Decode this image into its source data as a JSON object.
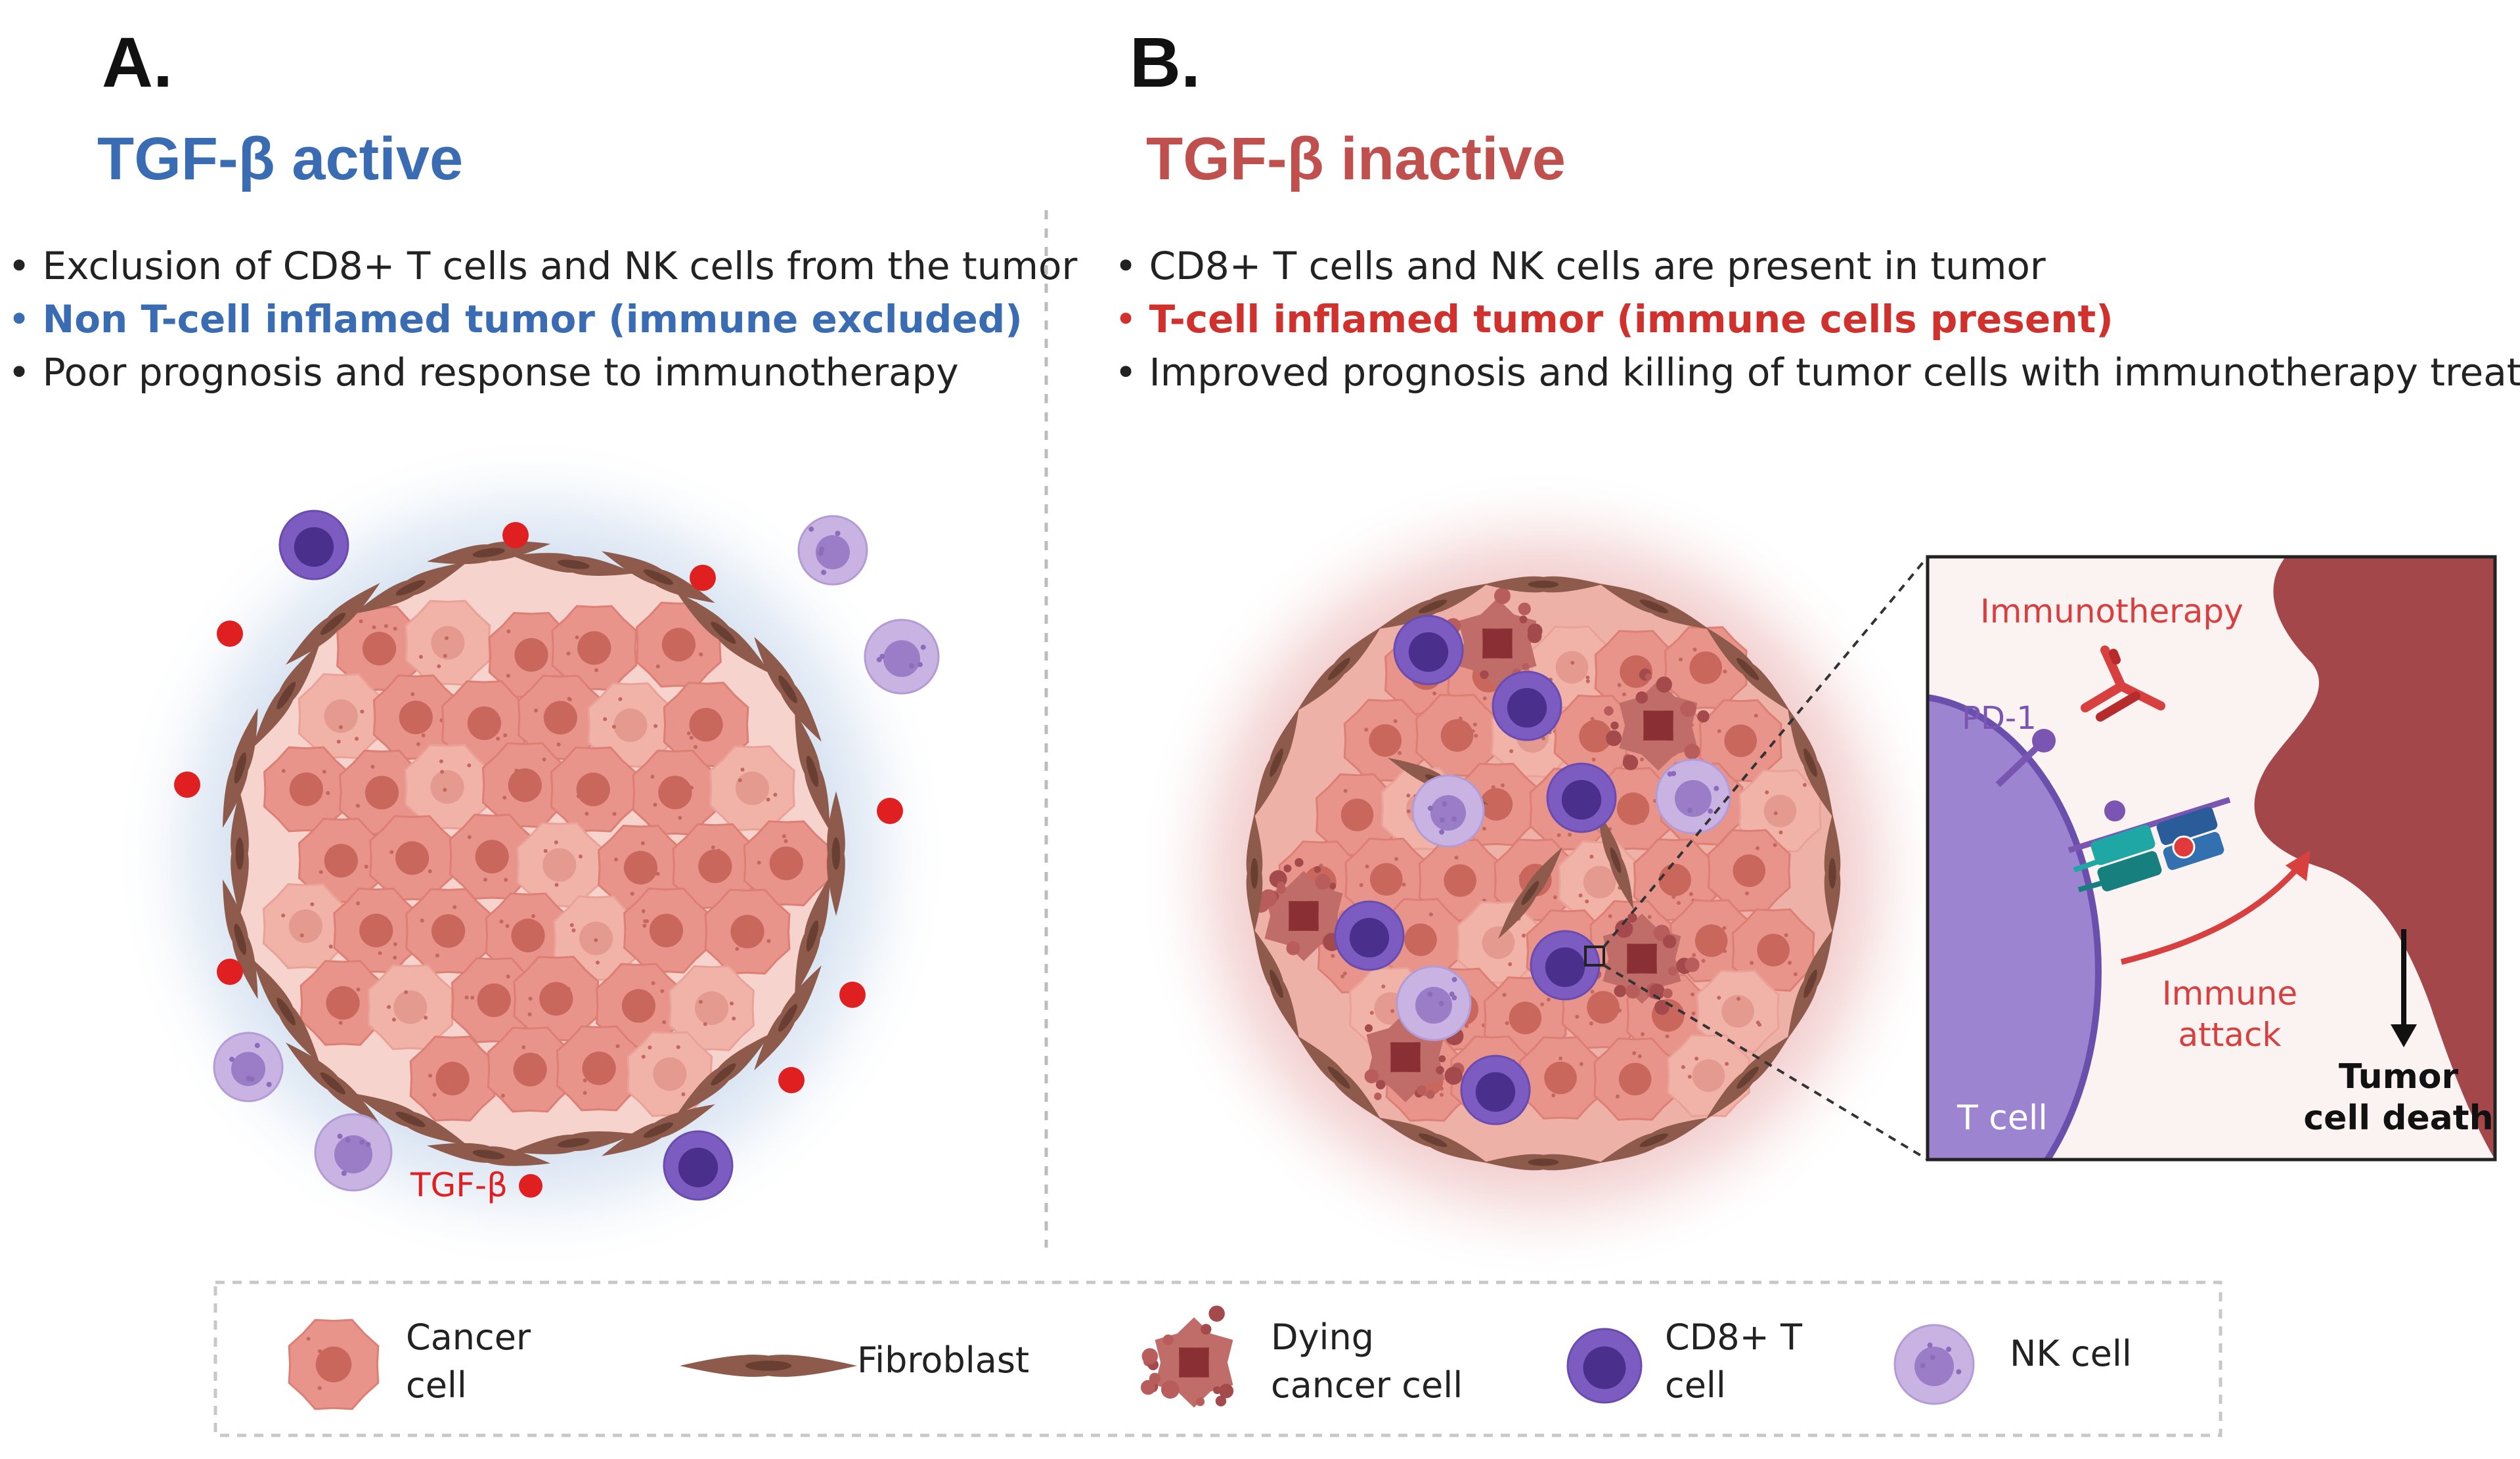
{
  "panelA": {
    "letter": "A.",
    "title": "TGF-β active",
    "title_color": "#3a6cb4",
    "bullet_marker": "•",
    "bullets": [
      "Exclusion of CD8+ T cells and NK cells from the tumor",
      "Non T-cell inflamed tumor (immune excluded)",
      "Poor prognosis and response to immunotherapy"
    ],
    "highlight_color": "#3a6cb4",
    "tgf_label": "TGF-β"
  },
  "panelB": {
    "letter": "B.",
    "title": "TGF-β inactive",
    "title_color": "#c0504d",
    "bullet_marker": "•",
    "bullets": [
      "CD8+ T cells and NK cells are present in tumor",
      "T-cell inflamed tumor (immune cells present)",
      "Improved prognosis and killing of tumor cells with immunotherapy treatment"
    ],
    "highlight_color": "#d0312d"
  },
  "inset": {
    "immunotherapy": "Immunotherapy",
    "pd1": "PD-1",
    "immune_attack_line1": "Immune",
    "immune_attack_line2": "attack",
    "tumor_death_line1": "Tumor",
    "tumor_death_line2": "cell death",
    "t_cell": "T cell"
  },
  "legend": {
    "cancer_cell": [
      "Cancer",
      "cell"
    ],
    "fibroblast": "Fibroblast",
    "dying_cancer_cell": [
      "Dying",
      "cancer cell"
    ],
    "cd8_t_cell": [
      "CD8+ T",
      "cell"
    ],
    "nk_cell": "NK cell"
  },
  "colors": {
    "cancer": "#e8948a",
    "fibroblast": "#8d5a4b",
    "cd8": "#7c5cc0",
    "nk": "#b79ad6",
    "tgf_dot": "#e02020"
  }
}
